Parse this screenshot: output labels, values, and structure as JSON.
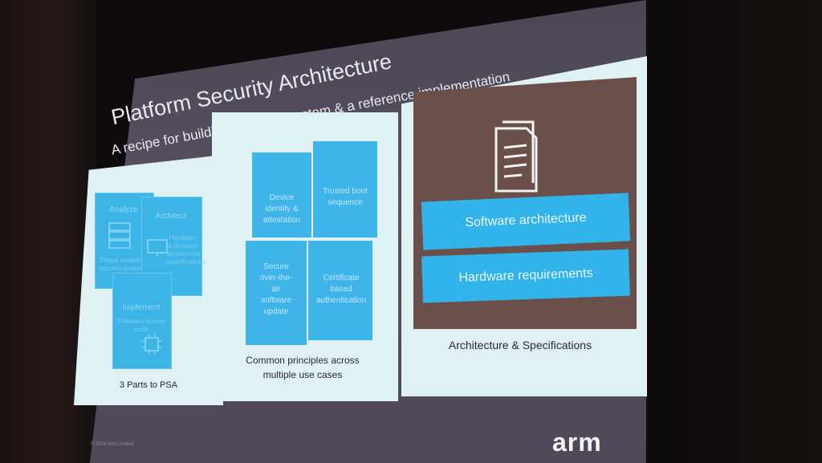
{
  "slide": {
    "title": "Platform Security Architecture",
    "subtitle": "A recipe for building a secure system & a reference implementation",
    "footer": "© 2018 Arm Limited",
    "logo": "arm"
  },
  "panels": {
    "parts": {
      "caption": "3 Parts to PSA",
      "tiles": [
        {
          "label": "Analyze",
          "sub": "Threat models & security analyses"
        },
        {
          "label": "Architect",
          "sub": "Hardware & firmware architecture specifications"
        },
        {
          "label": "Implement",
          "sub": "Firmware source code"
        }
      ]
    },
    "principles": {
      "caption": "Common principles across multiple use cases",
      "cells": [
        "Device identity & attestation",
        "Trusted boot sequence",
        "Secure over-the-air software update",
        "Certificate based authentication"
      ]
    },
    "specs": {
      "caption": "Architecture & Specifications",
      "bars": [
        "Software architecture",
        "Hardware requirements"
      ],
      "icon": "document-icon"
    }
  },
  "colors": {
    "slide_bg": "#4e4857",
    "panel_bg": "#dff1f3",
    "accent_blue": "#32b3ea",
    "brown": "#6b4f4a"
  }
}
